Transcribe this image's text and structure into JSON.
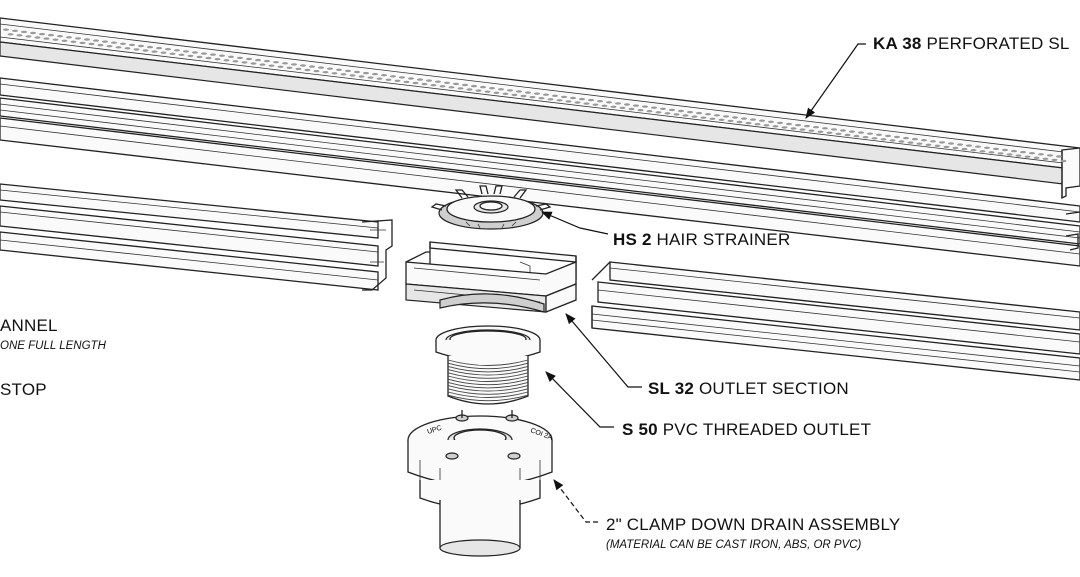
{
  "labels": {
    "grate": {
      "code": "KA 38",
      "text": "PERFORATED SL"
    },
    "strainer": {
      "code": "HS 2",
      "text": "HAIR STRAINER"
    },
    "outlet_section": {
      "code": "SL 32",
      "text": "OUTLET SECTION"
    },
    "threaded_outlet": {
      "code": "S 50",
      "text": "PVC THREADED OUTLET"
    },
    "drain_assembly": {
      "text": "2\" CLAMP DOWN DRAIN ASSEMBLY",
      "note": "(MATERIAL CAN BE CAST IRON, ABS, OR PVC)"
    },
    "channel": {
      "text": "ANNEL",
      "note": "ONE FULL LENGTH"
    },
    "end_stop": {
      "text": "STOP"
    }
  },
  "stamps": {
    "strainer_marks": "",
    "assembly_left": "UPC",
    "assembly_right": "COI 2A"
  }
}
